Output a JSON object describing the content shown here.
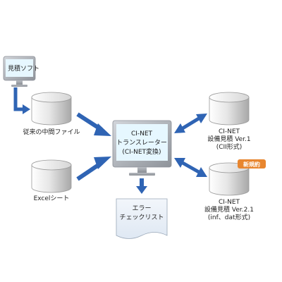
{
  "nodes": {
    "estimation_software": {
      "label": "見積ソフト"
    },
    "intermediate_file": {
      "label": "従来の中間ファイル"
    },
    "excel_sheet": {
      "label": "Excelシート"
    },
    "translator": {
      "line1": "CI-NET",
      "line2": "トランスレーター",
      "line3": "(CI-NET変換)"
    },
    "error_checklist": {
      "line1": "エラー",
      "line2": "チェックリスト"
    },
    "ver1": {
      "line1": "CI-NET",
      "line2": "設備見積 Ver.1",
      "line3": "(CII形式)"
    },
    "ver21": {
      "line1": "CI-NET",
      "line2": "設備見積 Ver.2.1",
      "line3": "(inf、dat形式)",
      "badge": "新規約"
    }
  },
  "colors": {
    "arrow": "#2f64b4",
    "cylinder_light": "#ffffff",
    "cylinder_dark": "#b9b9b9",
    "monitor_frame": "#a9adb3",
    "monitor_screen": "#e6f7ff",
    "badge": "#e8862f"
  }
}
